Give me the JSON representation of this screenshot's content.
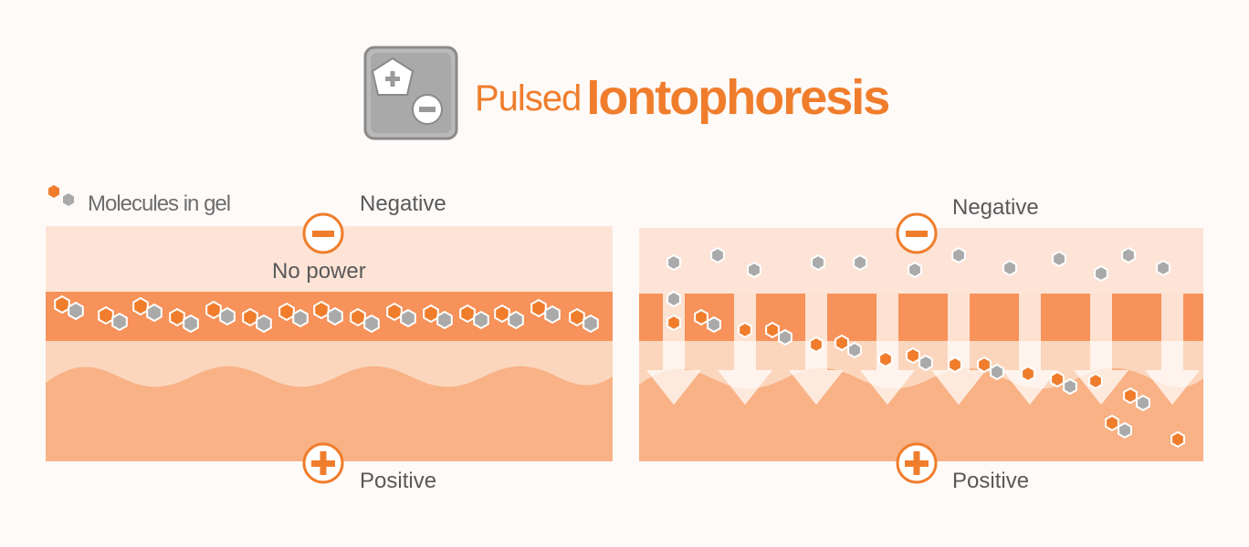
{
  "header": {
    "title_light": "Pulsed",
    "title_bold": "Iontophoresis",
    "logo_icon": "plus-minus-pentagon-icon"
  },
  "legend": {
    "label": "Molecules in gel"
  },
  "panel_off": {
    "negative_label": "Negative",
    "positive_label": "Positive",
    "status_label": "No power"
  },
  "panel_on": {
    "negative_label": "Negative",
    "positive_label": "Positive"
  },
  "colors": {
    "accent": "#f07d2c",
    "gel": "#fde4d7",
    "skin_top": "#f6925a",
    "skin_mid": "#fbd6bd",
    "skin_deep": "#f8b286",
    "molecule_orange": "#f07d2c",
    "molecule_gray": "#aaaaaa"
  }
}
